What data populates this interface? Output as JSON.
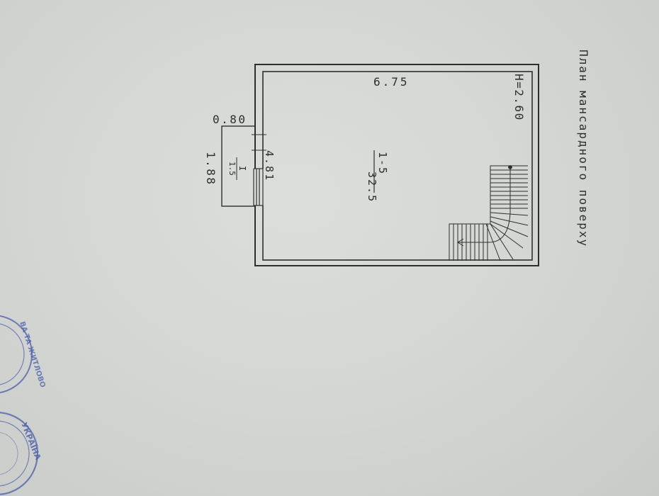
{
  "plan": {
    "title": "План мансардного поверху",
    "height_mark": "H=2.60",
    "width_dim": "6.75",
    "length_dim": "4.81",
    "room_number": "1-5",
    "room_area": "32.5",
    "balcony_width": "0.80",
    "balcony_length": "1.88",
    "balcony_number": "I",
    "balcony_area": "1.5"
  },
  "seals": {
    "seal_top_text": "ВА ТА ЖИТЛОВО",
    "seal_bottom_text": "УКРАЇНА"
  },
  "colors": {
    "paper": "#d2d4d2",
    "ink": "#2e2e2e",
    "stamp": "#4a5ea8"
  }
}
